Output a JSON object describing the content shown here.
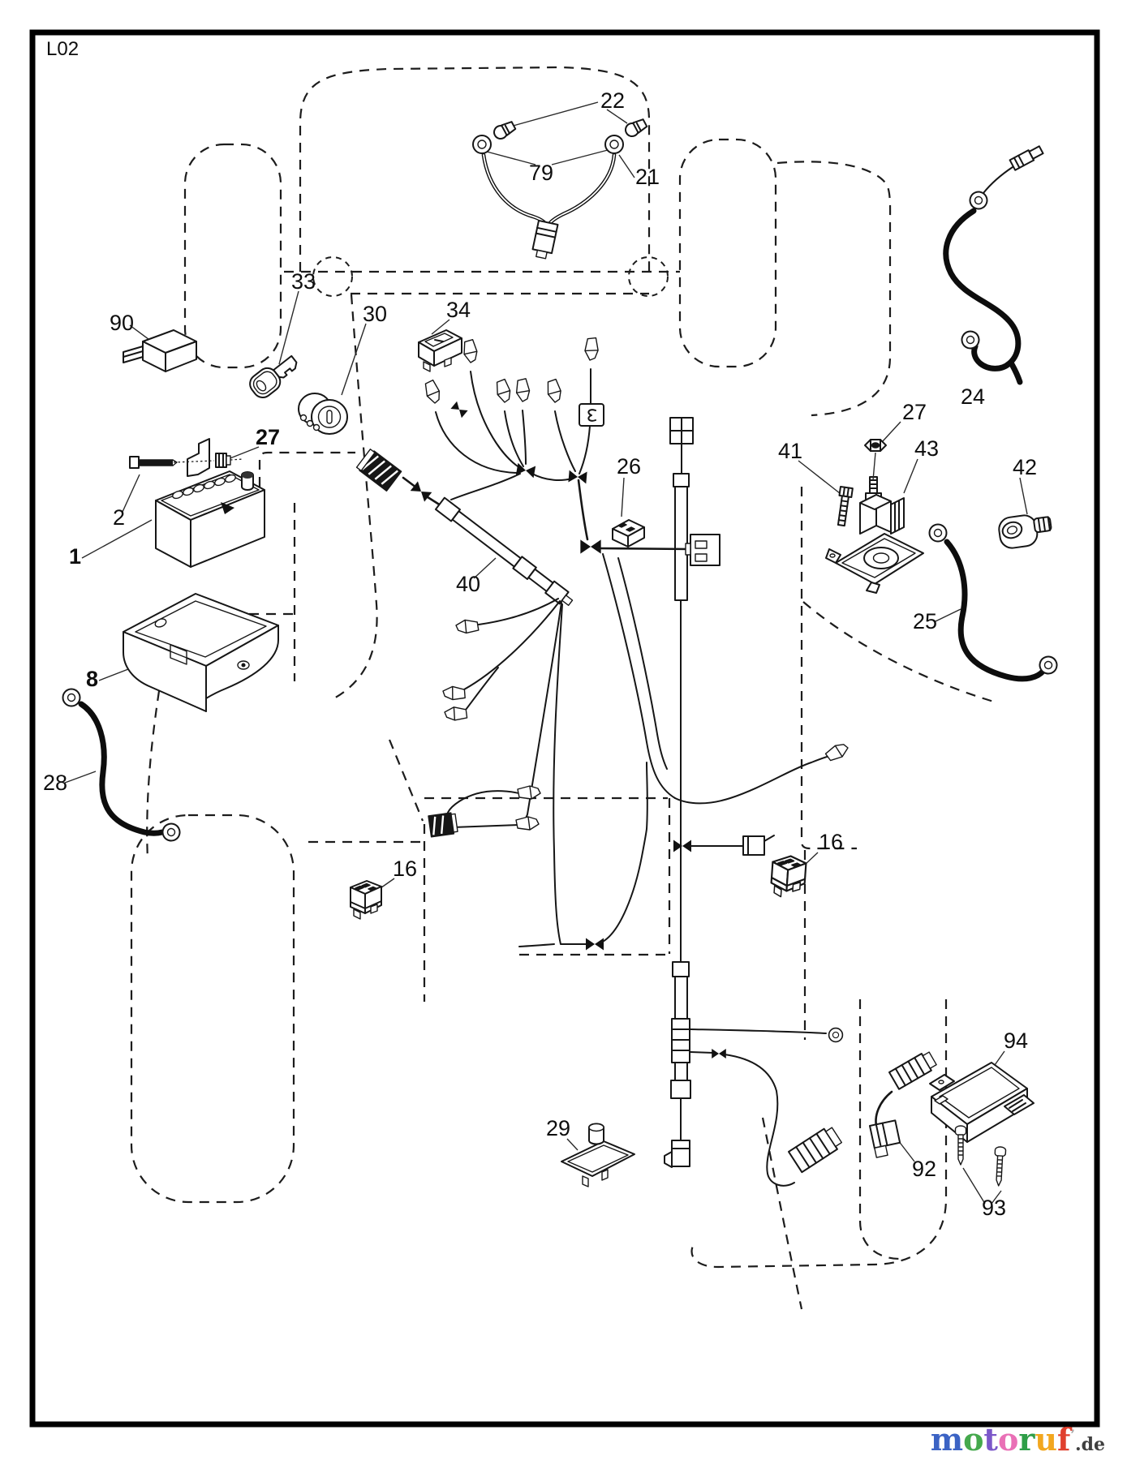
{
  "sheet_code": "L02",
  "labels": [
    {
      "text": "22",
      "bold": false
    },
    {
      "text": "79",
      "bold": false
    },
    {
      "text": "21",
      "bold": false
    },
    {
      "text": "90",
      "bold": false
    },
    {
      "text": "33",
      "bold": false
    },
    {
      "text": "30",
      "bold": false
    },
    {
      "text": "34",
      "bold": false
    },
    {
      "text": "27",
      "bold": true
    },
    {
      "text": "2",
      "bold": false
    },
    {
      "text": "1",
      "bold": true
    },
    {
      "text": "8",
      "bold": true
    },
    {
      "text": "28",
      "bold": false
    },
    {
      "text": "26",
      "bold": false
    },
    {
      "text": "40",
      "bold": false
    },
    {
      "text": "24",
      "bold": false
    },
    {
      "text": "27",
      "bold": false
    },
    {
      "text": "41",
      "bold": false
    },
    {
      "text": "43",
      "bold": false
    },
    {
      "text": "42",
      "bold": false
    },
    {
      "text": "25",
      "bold": false
    },
    {
      "text": "16",
      "bold": false
    },
    {
      "text": "16",
      "bold": false
    },
    {
      "text": "29",
      "bold": false
    },
    {
      "text": "94",
      "bold": false
    },
    {
      "text": "92",
      "bold": false
    },
    {
      "text": "93",
      "bold": false
    }
  ],
  "watermark": {
    "letters": [
      {
        "ch": "m",
        "color": "#3b63c4"
      },
      {
        "ch": "o",
        "color": "#45a94d"
      },
      {
        "ch": "t",
        "color": "#7b57c9"
      },
      {
        "ch": "o",
        "color": "#e970b6"
      },
      {
        "ch": "r",
        "color": "#2f9e48"
      },
      {
        "ch": "u",
        "color": "#f2a71f"
      },
      {
        "ch": "f",
        "color": "#e0402e"
      }
    ],
    "tick": "’",
    "tick_color": "#a9a9a9",
    "suffix": ".de",
    "suffix_color": "#3f3f3f"
  }
}
